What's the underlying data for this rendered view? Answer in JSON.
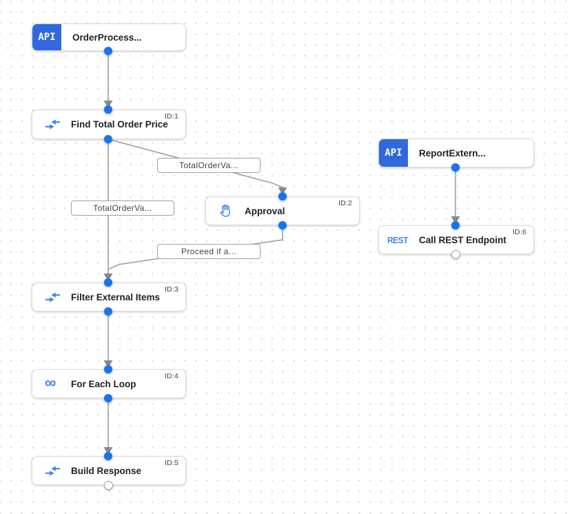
{
  "canvas": {
    "background": "#ffffff",
    "dot_color": "#d8dadd"
  },
  "colors": {
    "trigger_badge_blue": "#3168dc",
    "icon_blue": "#4285f4",
    "port_blue": "#1a73e8",
    "edge_gray": "#9aa0a6",
    "node_border": "#dadce0",
    "title_text": "#202124",
    "id_text": "#3c4043"
  },
  "nodes": [
    {
      "kind": "trigger",
      "badge": "API",
      "title": "OrderProcess...",
      "id_label": ""
    },
    {
      "kind": "task",
      "icon": "data-mapping-icon",
      "title": "Find Total Order Price",
      "id_label": "ID:1"
    },
    {
      "kind": "trigger",
      "badge": "API",
      "title": "ReportExtern...",
      "id_label": ""
    },
    {
      "kind": "task",
      "icon": "approval-hand-icon",
      "title": "Approval",
      "id_label": "ID:2"
    },
    {
      "kind": "task",
      "icon": "rest-icon",
      "icon_text": "REST",
      "title": "Call REST Endpoint",
      "id_label": "ID:6"
    },
    {
      "kind": "task",
      "icon": "data-mapping-icon",
      "title": "Filter External Items",
      "id_label": "ID:3"
    },
    {
      "kind": "task",
      "icon": "for-each-loop-icon",
      "title": "For Each Loop",
      "id_label": "ID:4"
    },
    {
      "kind": "task",
      "icon": "data-mapping-icon",
      "title": "Build Response",
      "id_label": "ID:5"
    }
  ],
  "edge_labels": [
    {
      "text": "TotalOrderVa..."
    },
    {
      "text": "TotalOrderVa..."
    },
    {
      "text": "Proceed if a..."
    }
  ]
}
